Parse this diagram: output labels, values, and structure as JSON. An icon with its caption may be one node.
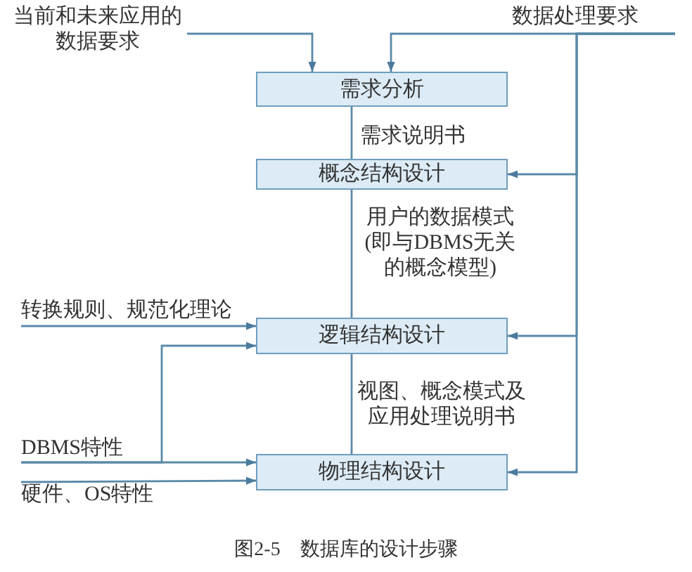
{
  "diagram": {
    "caption": "图2-5　数据库的设计步骤",
    "nodes": [
      {
        "text": [
          "需求分析"
        ]
      },
      {
        "text": [
          "概念结构设计"
        ]
      },
      {
        "text": [
          "逻辑结构设计"
        ]
      },
      {
        "text": [
          "物理结构设计"
        ]
      },
      {
        "text": [
          "当前和未来应用的数据要求"
        ]
      },
      {
        "text": [
          "数据处理要求"
        ]
      },
      {
        "text": [
          "转换规则、规范化理论"
        ]
      },
      {
        "text": [
          "DBMS特性"
        ]
      },
      {
        "text": [
          "硬件、OS特性"
        ]
      }
    ],
    "edges": [
      {
        "from": 4,
        "to": 0,
        "arrow": "to"
      },
      {
        "from": 5,
        "to": 0,
        "arrow": "to"
      },
      {
        "from": 5,
        "to": 1,
        "arrow": "to"
      },
      {
        "from": 5,
        "to": 2,
        "arrow": "to"
      },
      {
        "from": 5,
        "to": 3,
        "arrow": "to"
      },
      {
        "from": 0,
        "to": 1,
        "arrow": "none",
        "label": "需求说明书"
      },
      {
        "from": 1,
        "to": 2,
        "arrow": "none",
        "label": "用户的数据模式(即与DBMS无关的概念模型)"
      },
      {
        "from": 2,
        "to": 3,
        "arrow": "none",
        "label": "视图、概念模式及应用处理说明书"
      },
      {
        "from": 6,
        "to": 2,
        "arrow": "to"
      },
      {
        "from": 7,
        "to": 2,
        "arrow": "to"
      },
      {
        "from": 7,
        "to": 3,
        "arrow": "to"
      },
      {
        "from": 8,
        "to": 3,
        "arrow": "to"
      }
    ]
  }
}
